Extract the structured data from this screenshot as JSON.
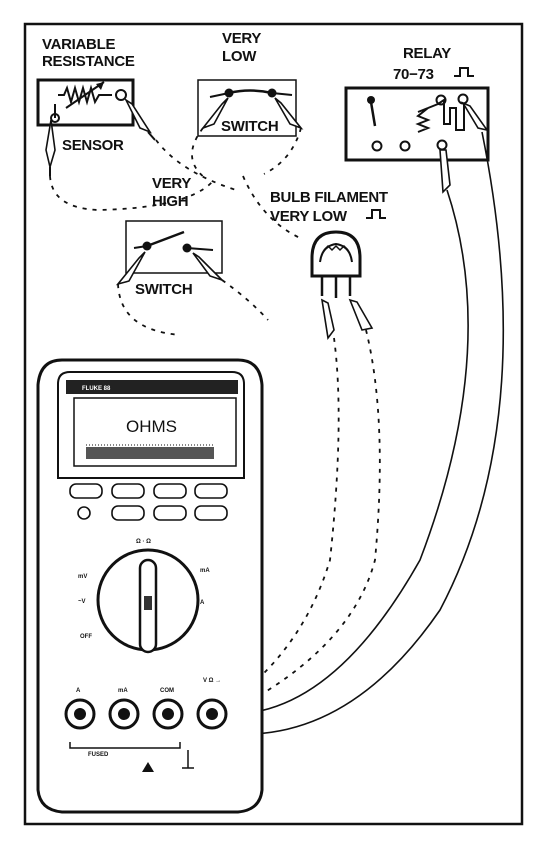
{
  "labels": {
    "variable_resistance_line1": "VARIABLE",
    "variable_resistance_line2": "RESISTANCE",
    "sensor": "SENSOR",
    "very_low_line1": "VERY",
    "very_low_line2": "LOW",
    "switch_top": "SWITCH",
    "very_high_line1": "VERY",
    "very_high_line2": "HIGH",
    "switch_bottom": "SWITCH",
    "relay_line1": "RELAY",
    "relay_line2": "70−73",
    "bulb_line1": "BULB FILAMENT",
    "bulb_line2": "VERY  LOW"
  },
  "meter": {
    "brand": "FLUKE 88",
    "display_text": "OHMS",
    "dial_center": "Ω · Ω",
    "off_label": "OFF",
    "jack_labels": [
      "A",
      "mA",
      "COM",
      "V Ω →"
    ],
    "fused_label": "FUSED"
  },
  "icons": [
    "pulse-symbol-icon",
    "resistor-icon",
    "probe-icon",
    "rotary-dial-icon",
    "input-jack-icon"
  ]
}
